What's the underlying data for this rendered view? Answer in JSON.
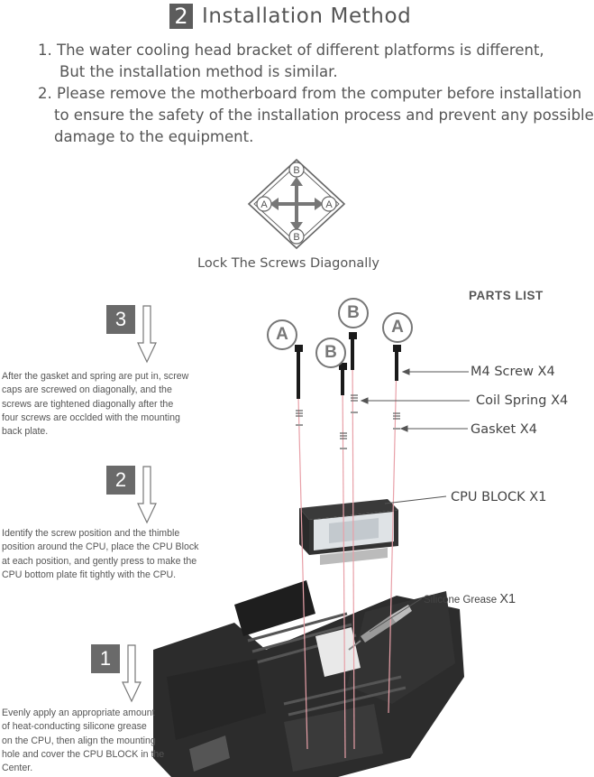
{
  "title": {
    "number": "2",
    "text": "Installation Method"
  },
  "intro": {
    "line1": "1. The water cooling head bracket of different platforms is different,",
    "line2": "But the installation method is similar.",
    "line3": "2. Please remove the motherboard from the computer before installation",
    "line4": "to ensure the safety of the installation process and prevent any possible",
    "line5": "damage to the equipment."
  },
  "diagram": {
    "label_top": "B",
    "label_bottom": "B",
    "label_left": "A",
    "label_right": "A",
    "caption": "Lock The Screws Diagonally"
  },
  "parts": {
    "title": "PARTS LIST",
    "screw": "M4 Screw X4",
    "spring": "Coil Spring X4",
    "gasket": "Gasket X4",
    "block": "CPU BLOCK X1",
    "grease": "Silicone Grease",
    "grease_qty": "X1"
  },
  "screw_labels": {
    "a1": "A",
    "b1": "B",
    "b2": "B",
    "a2": "A"
  },
  "steps": {
    "s3": {
      "number": "3",
      "line1": "After the gasket and spring are put in, screw",
      "line2": "caps are screwed on diagonally, and the",
      "line3": "screws are tightened diagonally after the",
      "line4": "four screws are occlded with the mounting",
      "line5": "back plate."
    },
    "s2": {
      "number": "2",
      "line1": "Identify the screw position and the thimble",
      "line2": "position around the CPU, place the CPU Block",
      "line3": "at each position, and gently press to make the",
      "line4": "CPU bottom plate fit tightly with the CPU."
    },
    "s1": {
      "number": "1",
      "line1": "Evenly apply an appropriate amount",
      "line2": "of heat-conducting silicone grease",
      "line3": "on the CPU, then align the mounting",
      "line4": "hole and cover the CPU BLOCK in the",
      "line5": "Center."
    }
  },
  "colors": {
    "dark_box": "#5c5c5c",
    "guide_line": "#e8a0a8",
    "text": "#555555"
  }
}
